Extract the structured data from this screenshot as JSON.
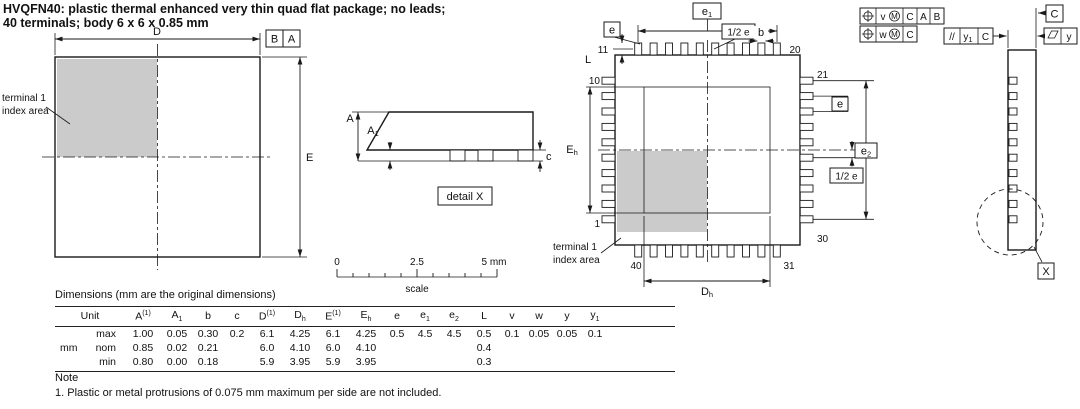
{
  "colors": {
    "line": "#1a1a1a",
    "index_area_fill": "#cbcbcb"
  },
  "title": {
    "line1": "HVQFN40: plastic thermal enhanced very thin quad flat package; no leads;",
    "line2": "40 terminals; body 6 x 6 x 0.85 mm"
  },
  "top_view": {
    "index_label_1": "terminal 1",
    "index_label_2": "index area",
    "dim_D": "D",
    "dim_E": "E",
    "datum_B": "B",
    "datum_A": "A"
  },
  "side_view": {
    "dim_A": "A",
    "dim_A1": [
      "A",
      "1"
    ],
    "dim_c": "c",
    "detail_label": "detail X"
  },
  "scale_bar": {
    "t0": "0",
    "t1": "2.5",
    "t2": "5 mm",
    "label": "scale"
  },
  "bottom_view": {
    "dim_e1": [
      "e",
      "1"
    ],
    "dim_e2": [
      "e",
      "2"
    ],
    "dim_e_top": "e",
    "dim_e_right": "e",
    "dim_half_e_top": "1/2 e",
    "dim_half_e_right": "1/2 e",
    "dim_b": "b",
    "dim_L": "L",
    "dim_Eh": [
      "E",
      "h"
    ],
    "dim_Dh": [
      "D",
      "h"
    ],
    "pin_1": "1",
    "pin_10": "10",
    "pin_11": "11",
    "pin_20": "20",
    "pin_21": "21",
    "pin_30": "30",
    "pin_31": "31",
    "pin_40": "40",
    "index_label_1": "terminal 1",
    "index_label_2": "index area",
    "tol1": {
      "t": "v",
      "mod": "M",
      "d1": "C",
      "d2": "A",
      "d3": "B"
    },
    "tol2": {
      "t": "w",
      "mod": "M",
      "d1": "C"
    }
  },
  "right_view": {
    "datum_C": "C",
    "parallel_sym": "//",
    "parallel_tol": [
      "y",
      "1"
    ],
    "parallel_datum": "C",
    "flat_tol": "y",
    "detail_ref": "X"
  },
  "table": {
    "caption": "Dimensions (mm are the original dimensions)",
    "unit_header": "Unit",
    "unit_value": "mm",
    "columns": [
      {
        "main": "A",
        "sup": "(1)"
      },
      {
        "main": "A",
        "sub": "1"
      },
      {
        "main": "b"
      },
      {
        "main": "c"
      },
      {
        "main": "D",
        "sup": "(1)"
      },
      {
        "main": "D",
        "sub": "h"
      },
      {
        "main": "E",
        "sup": "(1)"
      },
      {
        "main": "E",
        "sub": "h"
      },
      {
        "main": "e"
      },
      {
        "main": "e",
        "sub": "1"
      },
      {
        "main": "e",
        "sub": "2"
      },
      {
        "main": "L"
      },
      {
        "main": "v"
      },
      {
        "main": "w"
      },
      {
        "main": "y"
      },
      {
        "main": "y",
        "sub": "1"
      }
    ],
    "rows": [
      {
        "label": "max",
        "values": [
          "1.00",
          "0.05",
          "0.30",
          "0.2",
          "6.1",
          "4.25",
          "6.1",
          "4.25",
          "0.5",
          "4.5",
          "4.5",
          "0.5",
          "0.1",
          "0.05",
          "0.05",
          "0.1"
        ]
      },
      {
        "label": "nom",
        "values": [
          "0.85",
          "0.02",
          "0.21",
          "",
          "6.0",
          "4.10",
          "6.0",
          "4.10",
          "",
          "",
          "",
          "0.4",
          "",
          "",
          "",
          ""
        ]
      },
      {
        "label": "min",
        "values": [
          "0.80",
          "0.00",
          "0.18",
          "",
          "5.9",
          "3.95",
          "5.9",
          "3.95",
          "",
          "",
          "",
          "0.3",
          "",
          "",
          "",
          ""
        ]
      }
    ]
  },
  "note": {
    "heading": "Note",
    "item1": "1. Plastic or metal protrusions of 0.075 mm maximum per side are not included."
  }
}
